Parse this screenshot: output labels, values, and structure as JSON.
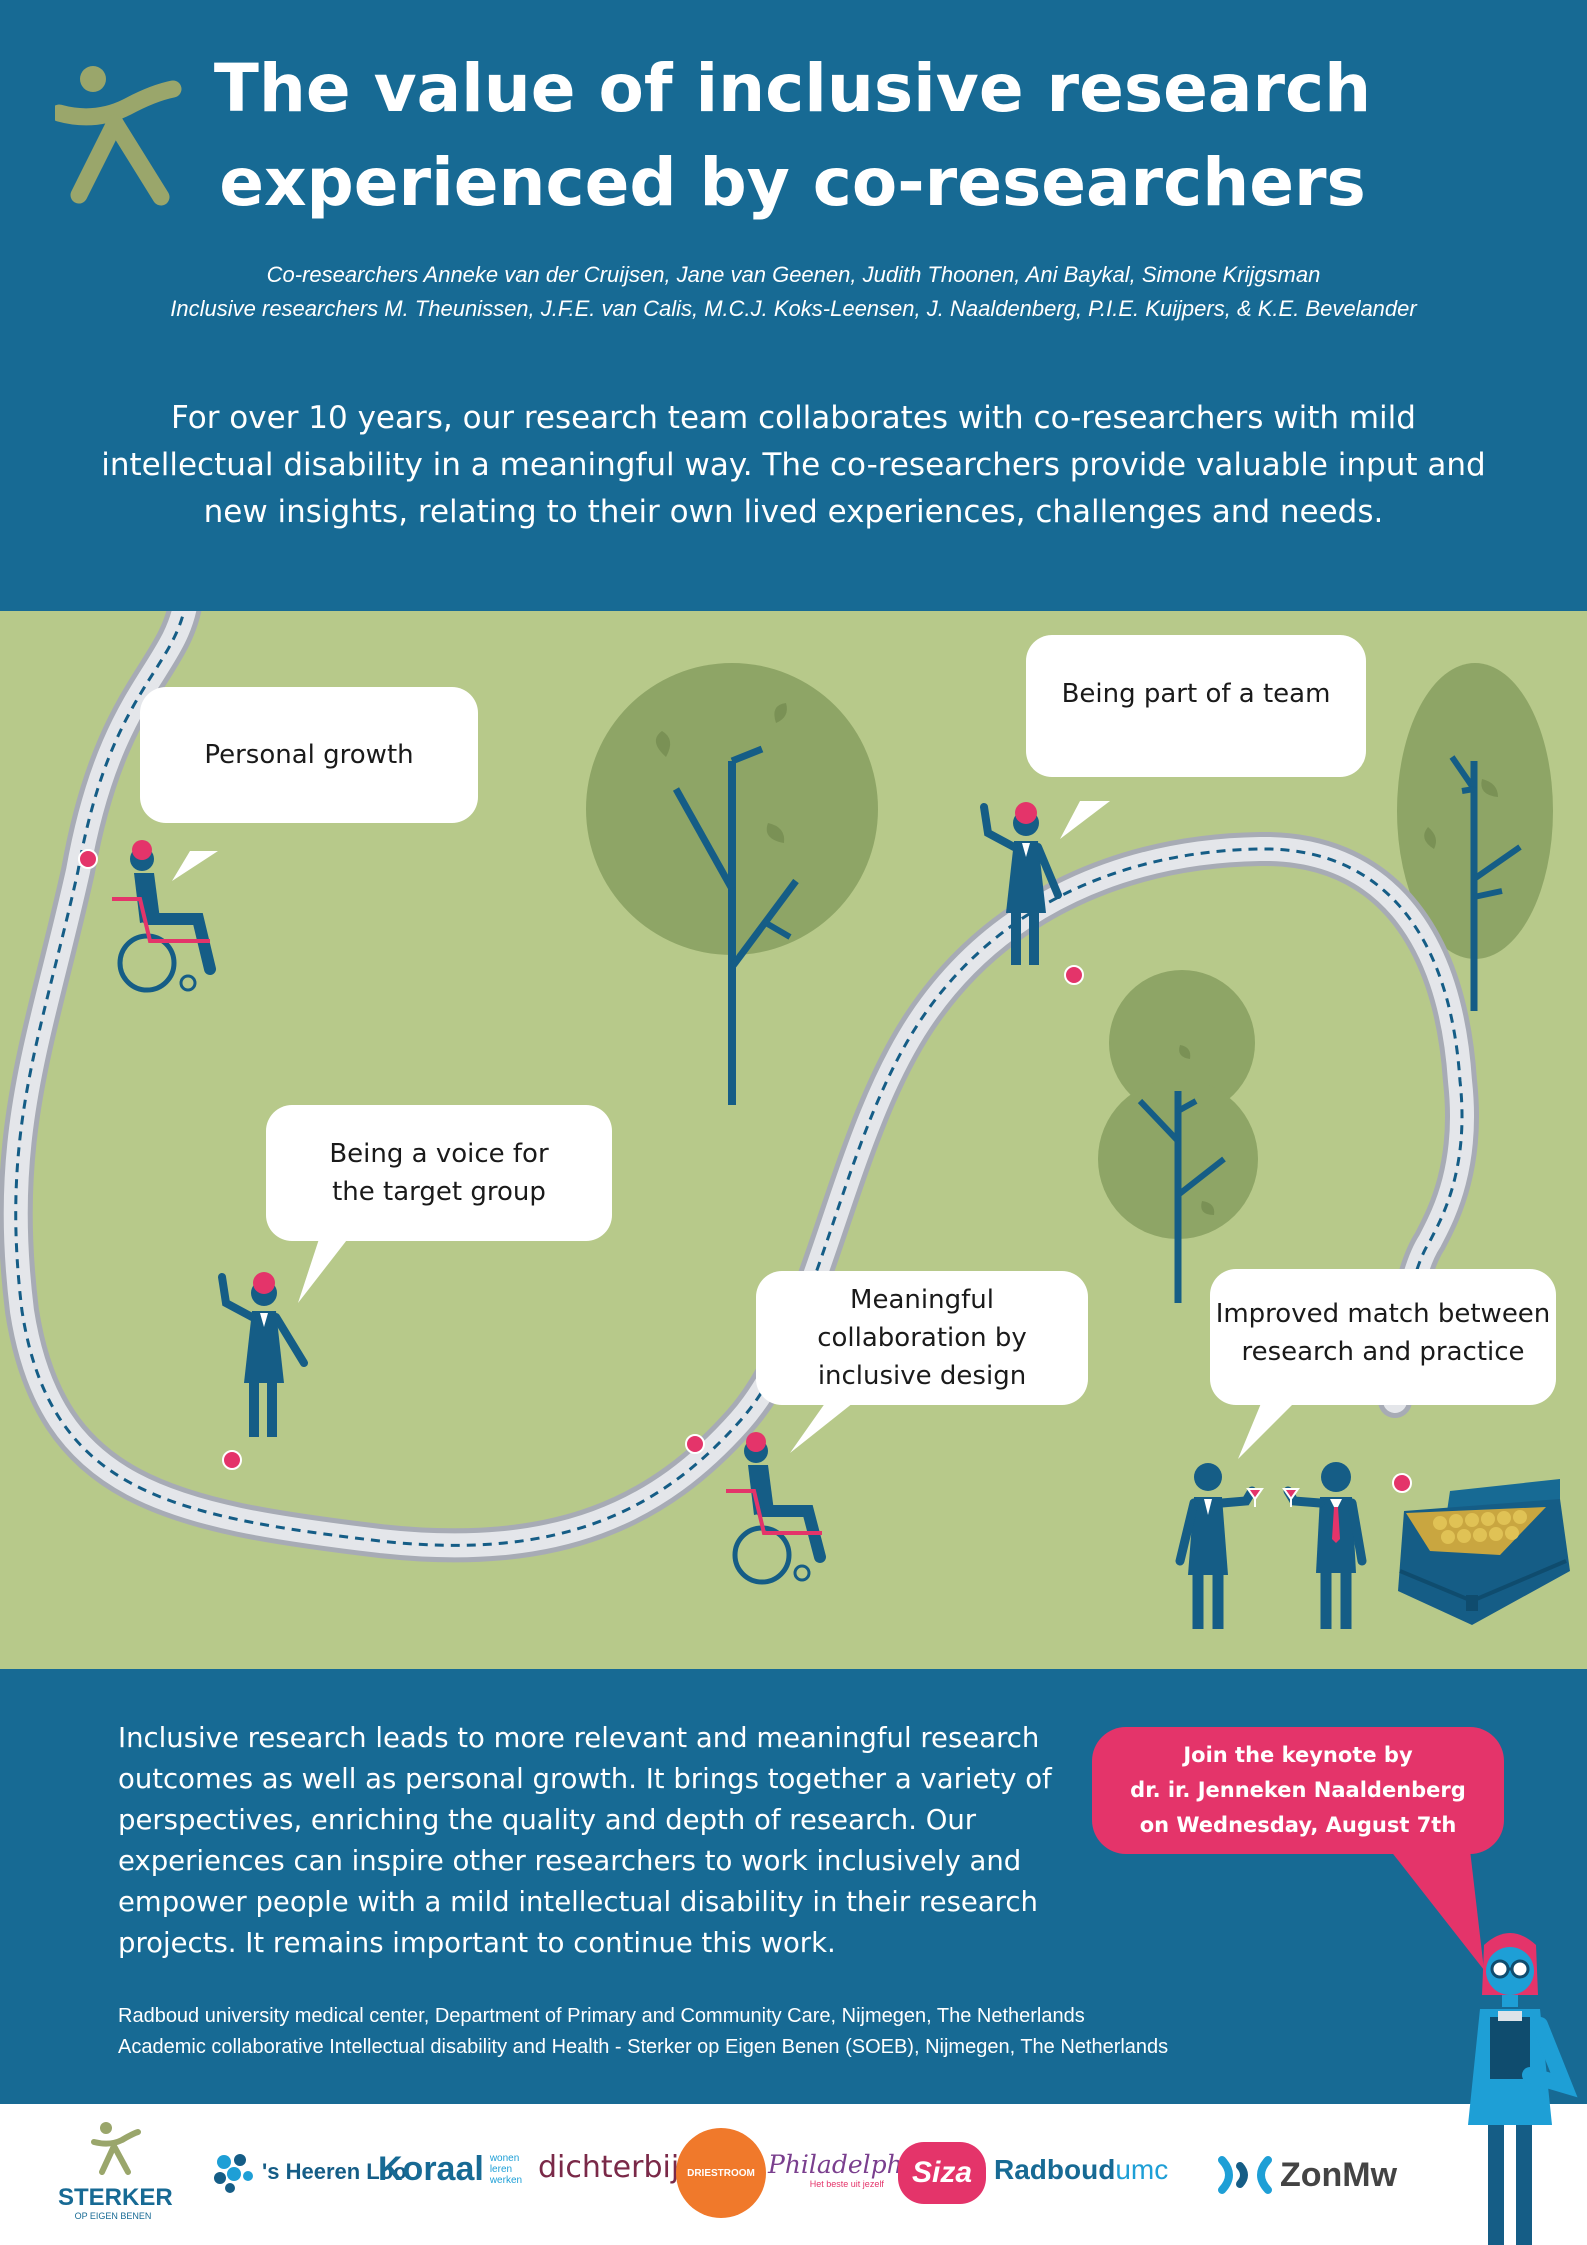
{
  "header": {
    "title_line1": "The value of inclusive research",
    "title_line2": "experienced by co-researchers",
    "authors_line1": "Co-researchers Anneke van der Cruijsen, Jane van Geenen, Judith Thoonen, Ani Baykal, Simone Krijgsman",
    "authors_line2": "Inclusive researchers M. Theunissen, J.F.E. van Calis, M.C.J. Koks-Leensen,  J. Naaldenberg, P.I.E. Kuijpers, & K.E. Bevelander",
    "intro": "For over 10 years, our research team collaborates with co-researchers with mild intellectual disability in a meaningful way. The co-researchers provide valuable input and new insights, relating to their own lived experiences, challenges and needs."
  },
  "bubbles": {
    "personal_growth": "Personal growth",
    "team_line1": "Being part of a team",
    "voice_line1": "Being a voice for",
    "voice_line2": "the target group",
    "collab_line1": "Meaningful",
    "collab_line2": "collaboration by",
    "collab_line3": "inclusive design",
    "match_line1": "Improved match between",
    "match_line2": "research and practice"
  },
  "footer": {
    "conclusion": "Inclusive research leads to more relevant and meaningful research outcomes as well as personal growth. It brings together a variety of perspectives, enriching the quality and depth of research. Our experiences can inspire other researchers to work inclusively and empower people with a mild intellectual disability in their research projects. It remains important to continue this work.",
    "affiliation_line1": "Radboud university medical center, Department of Primary and Community Care, Nijmegen, The Netherlands",
    "affiliation_line2": "Academic collaborative Intellectual disability and Health - Sterker op Eigen Benen (SOEB), Nijmegen, The Netherlands",
    "keynote_line1": "Join the keynote by",
    "keynote_line2": "dr. ir. Jenneken Naaldenberg",
    "keynote_line3": "on Wednesday, August 7th"
  },
  "sponsors": {
    "sterker": "STERKER",
    "sterker_sub": "OP EIGEN BENEN",
    "heerenloo": "'s Heeren Loo",
    "koraal": "Koraal",
    "koraal_sub1": "wonen",
    "koraal_sub2": "leren",
    "koraal_sub3": "werken",
    "dichterbij": "dichterbij",
    "driestroom": "DRIESTROOM",
    "philadelphia": "Philadelphia",
    "philadelphia_sub": "Het beste uit jezelf",
    "siza": "Siza",
    "radboud": "Radboud",
    "radboud_umc": "umc",
    "zonmw": "ZonMw"
  },
  "colors": {
    "primary_blue": "#176a94",
    "field_green": "#b7c98a",
    "tree_green": "#8ea566",
    "accent_pink": "#e4346a",
    "logo_olive": "#9aa66b",
    "figure_navy": "#155d86"
  }
}
